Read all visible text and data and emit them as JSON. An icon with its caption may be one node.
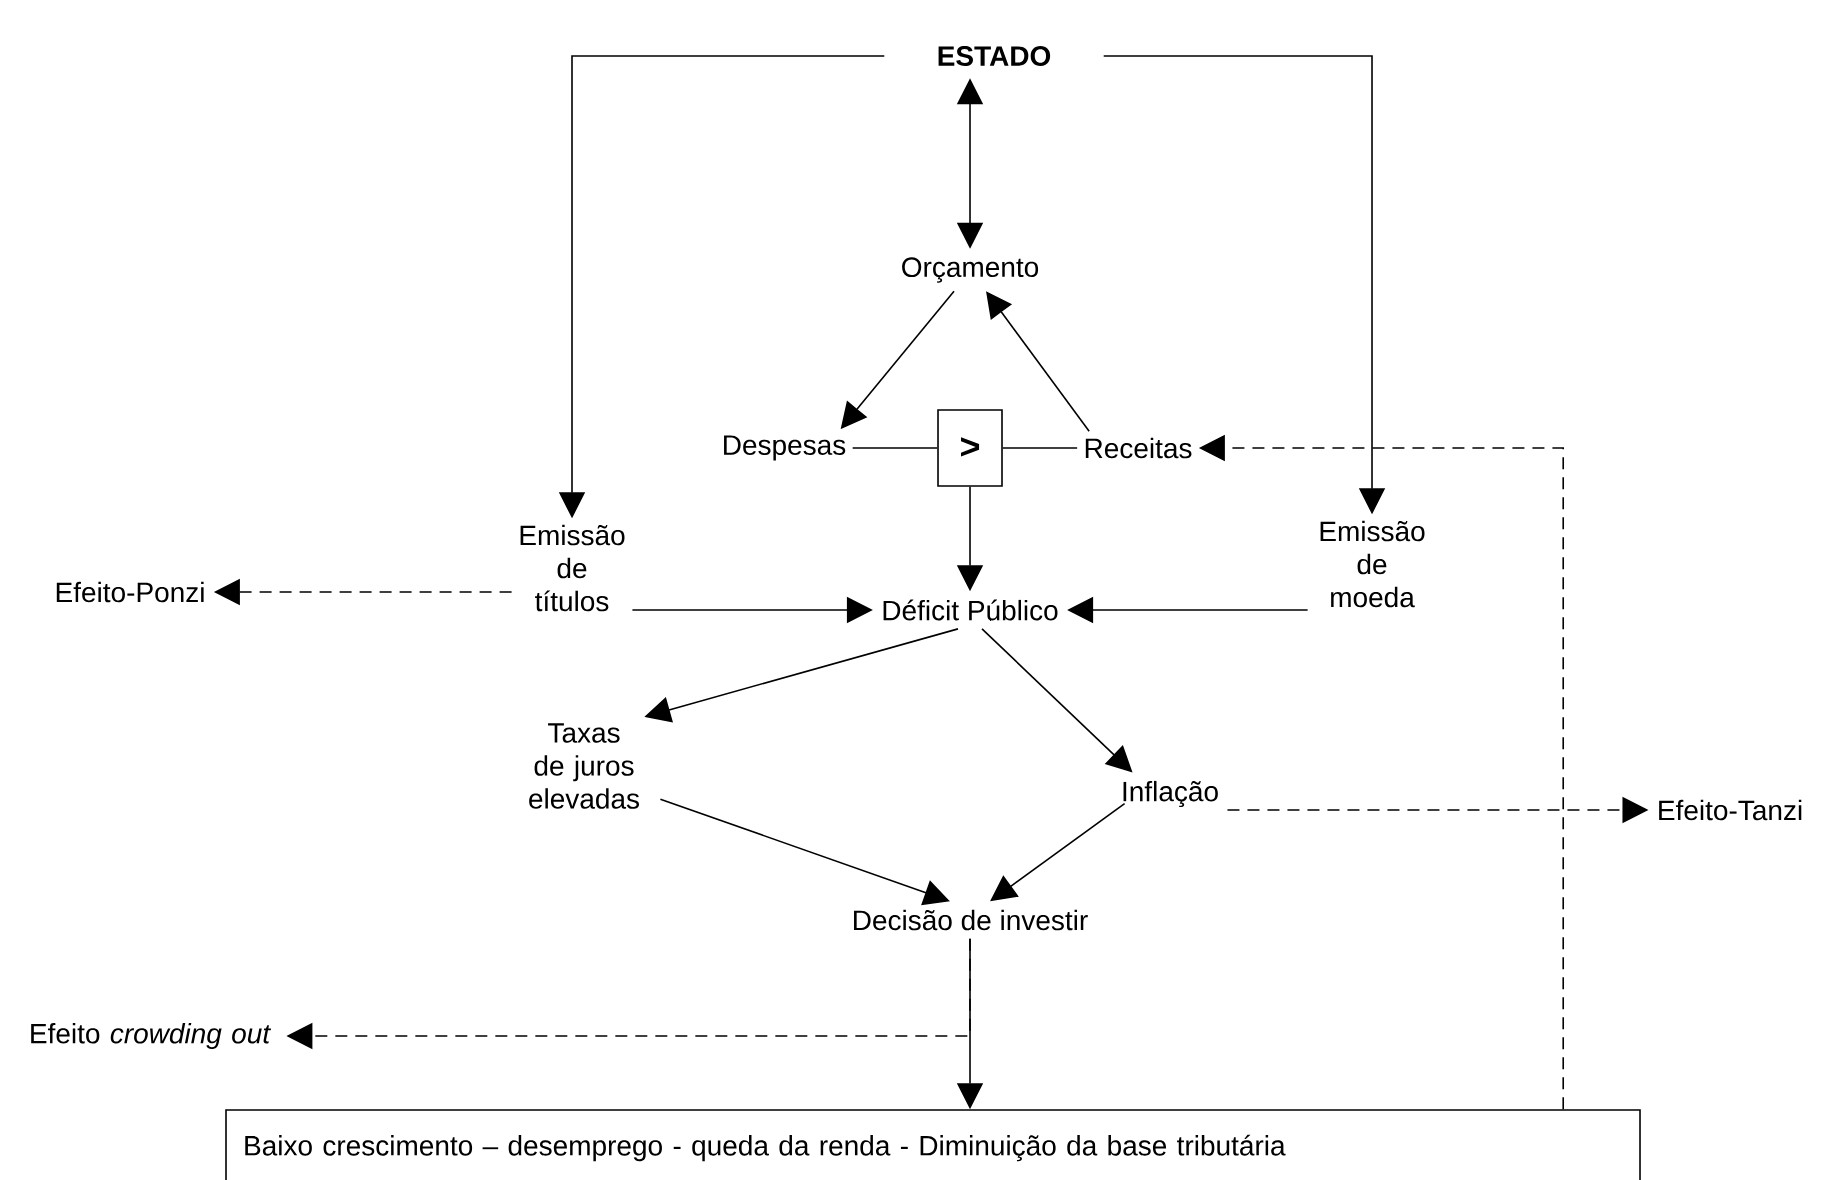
{
  "diagram": {
    "nodes": [
      {
        "text": [
          "ESTADO"
        ]
      },
      {
        "text": [
          "Orçamento"
        ]
      },
      {
        "text": [
          "Despesas"
        ]
      },
      {
        "text": [
          ">"
        ]
      },
      {
        "text": [
          "Receitas"
        ]
      },
      {
        "text": [
          "Emissão de títulos"
        ]
      },
      {
        "text": [
          "Efeito-Ponzi"
        ]
      },
      {
        "text": [
          "Déficit Público"
        ]
      },
      {
        "text": [
          "Emissão de moeda"
        ]
      },
      {
        "text": [
          "Taxas de juros elevadas"
        ]
      },
      {
        "text": [
          "Inflação"
        ]
      },
      {
        "text": [
          "Efeito-Tanzi"
        ]
      },
      {
        "text": [
          "Decisão de investir"
        ]
      },
      {
        "text": [
          "Efeito *crowding out*"
        ]
      },
      {
        "text": [
          "Baixo crescimento – desemprego - queda da renda - Diminuição da base tributária"
        ]
      }
    ],
    "edges": [
      {
        "from": 0,
        "to": 1,
        "arrow": "both"
      },
      {
        "from": 0,
        "to": 5,
        "arrow": "to"
      },
      {
        "from": 0,
        "to": 8,
        "arrow": "to"
      },
      {
        "from": 1,
        "to": 2,
        "arrow": "to"
      },
      {
        "from": 4,
        "to": 1,
        "arrow": "to"
      },
      {
        "from": 2,
        "to": 3,
        "arrow": "none"
      },
      {
        "from": 3,
        "to": 4,
        "arrow": "none"
      },
      {
        "from": 3,
        "to": 7,
        "arrow": "to"
      },
      {
        "from": 5,
        "to": 7,
        "arrow": "to"
      },
      {
        "from": 8,
        "to": 7,
        "arrow": "to"
      },
      {
        "from": 5,
        "to": 6,
        "arrow": "to",
        "style": "dashed"
      },
      {
        "from": 7,
        "to": 9,
        "arrow": "to"
      },
      {
        "from": 7,
        "to": 10,
        "arrow": "to"
      },
      {
        "from": 9,
        "to": 12,
        "arrow": "to"
      },
      {
        "from": 10,
        "to": 12,
        "arrow": "to"
      },
      {
        "from": 10,
        "to": 11,
        "arrow": "to",
        "style": "dashed"
      },
      {
        "from": 12,
        "to": 14,
        "arrow": "to"
      },
      {
        "from": 12,
        "to": 13,
        "arrow": "to",
        "style": "dashed"
      },
      {
        "from": 14,
        "to": 4,
        "arrow": "to",
        "style": "dashed"
      }
    ]
  }
}
